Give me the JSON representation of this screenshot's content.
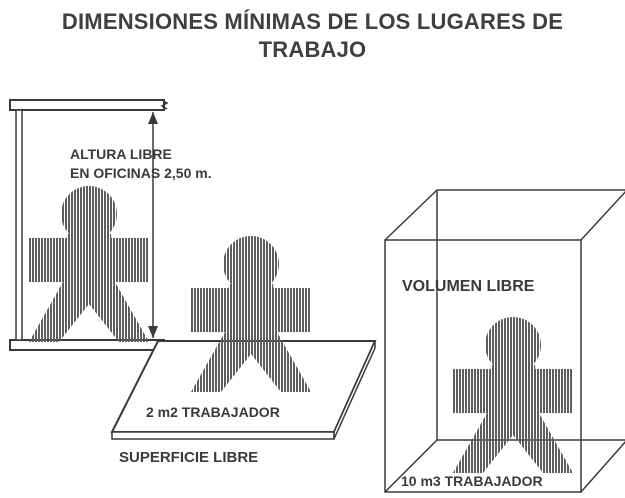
{
  "title": {
    "line1": "DIMENSIONES MÍNIMAS DE LOS LUGARES DE",
    "line2": "TRABAJO"
  },
  "labels": {
    "altura_line1": "ALTURA LIBRE",
    "altura_line2": "EN OFICINAS 2,50 m.",
    "superficie_value": "2 m2 TRABAJADOR",
    "superficie_caption": "SUPERFICIE LIBRE",
    "volumen_caption": "VOLUMEN LIBRE",
    "volumen_value": "10 m3 TRABAJADOR"
  },
  "colors": {
    "ink": "#3a3a3a",
    "figure": "#6a6a6a",
    "background": "#ffffff"
  },
  "icons": [
    "person-figure",
    "height-arrow",
    "floor-slab",
    "volume-box"
  ]
}
